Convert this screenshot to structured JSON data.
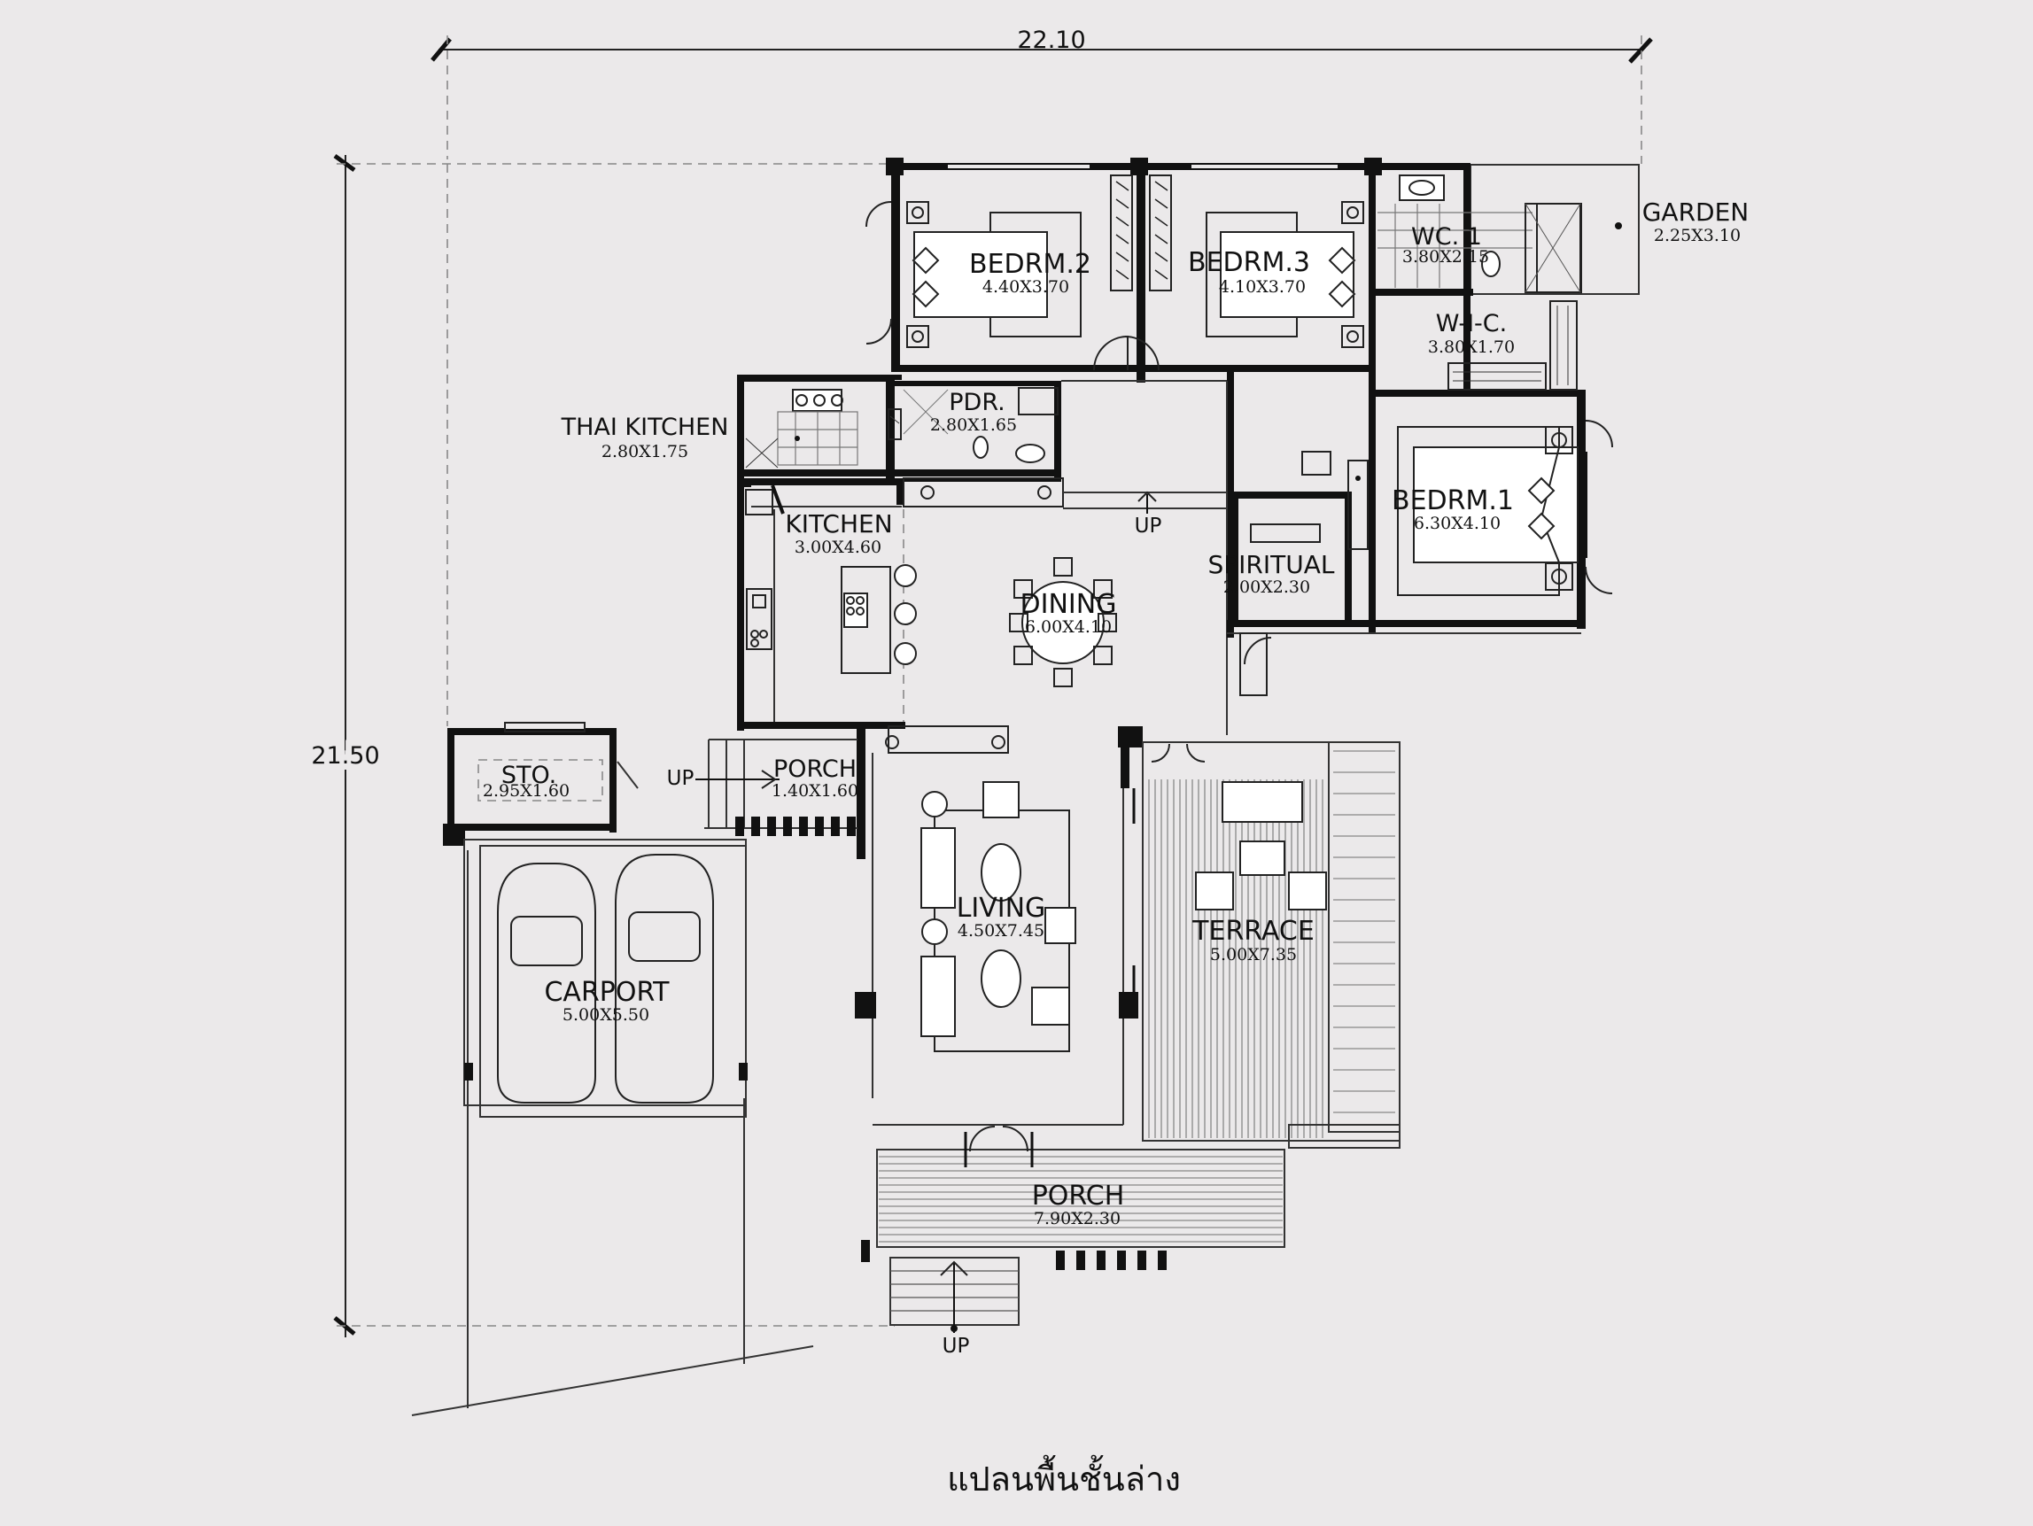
{
  "caption": "แปลนพื้นชั้นล่าง",
  "dimensions": {
    "width": "22.10",
    "depth": "21.50"
  },
  "up_label": "UP",
  "rooms": {
    "bedroom2": {
      "name": "BEDRM.2",
      "size": "4.40X3.70"
    },
    "bedroom3": {
      "name": "BEDRM.3",
      "size": "4.10X3.70"
    },
    "wc1": {
      "name": "WC. 1",
      "size": "3.80X2.15"
    },
    "garden": {
      "name": "GARDEN",
      "size": "2.25X3.10"
    },
    "wic": {
      "name": "W-I-C.",
      "size": "3.80X1.70"
    },
    "thai_kitchen": {
      "name": "THAI KITCHEN",
      "size": "2.80X1.75"
    },
    "pdr": {
      "name": "PDR.",
      "size": "2.80X1.65"
    },
    "bedroom1": {
      "name": "BEDRM.1",
      "size": "6.30X4.10"
    },
    "kitchen": {
      "name": "KITCHEN",
      "size": "3.00X4.60"
    },
    "spiritual": {
      "name": "SPIRITUAL",
      "size": "2.00X2.30"
    },
    "dining": {
      "name": "DINING",
      "size": "6.00X4.10"
    },
    "storage": {
      "name": "STO.",
      "size": "2.95X1.60"
    },
    "side_porch": {
      "name": "PORCH",
      "size": "1.40X1.60"
    },
    "living": {
      "name": "LIVING",
      "size": "4.50X7.45"
    },
    "terrace": {
      "name": "TERRACE",
      "size": "5.00X7.35"
    },
    "carport": {
      "name": "CARPORT",
      "size": "5.00X5.50"
    },
    "front_porch": {
      "name": "PORCH",
      "size": "7.90X2.30"
    }
  }
}
